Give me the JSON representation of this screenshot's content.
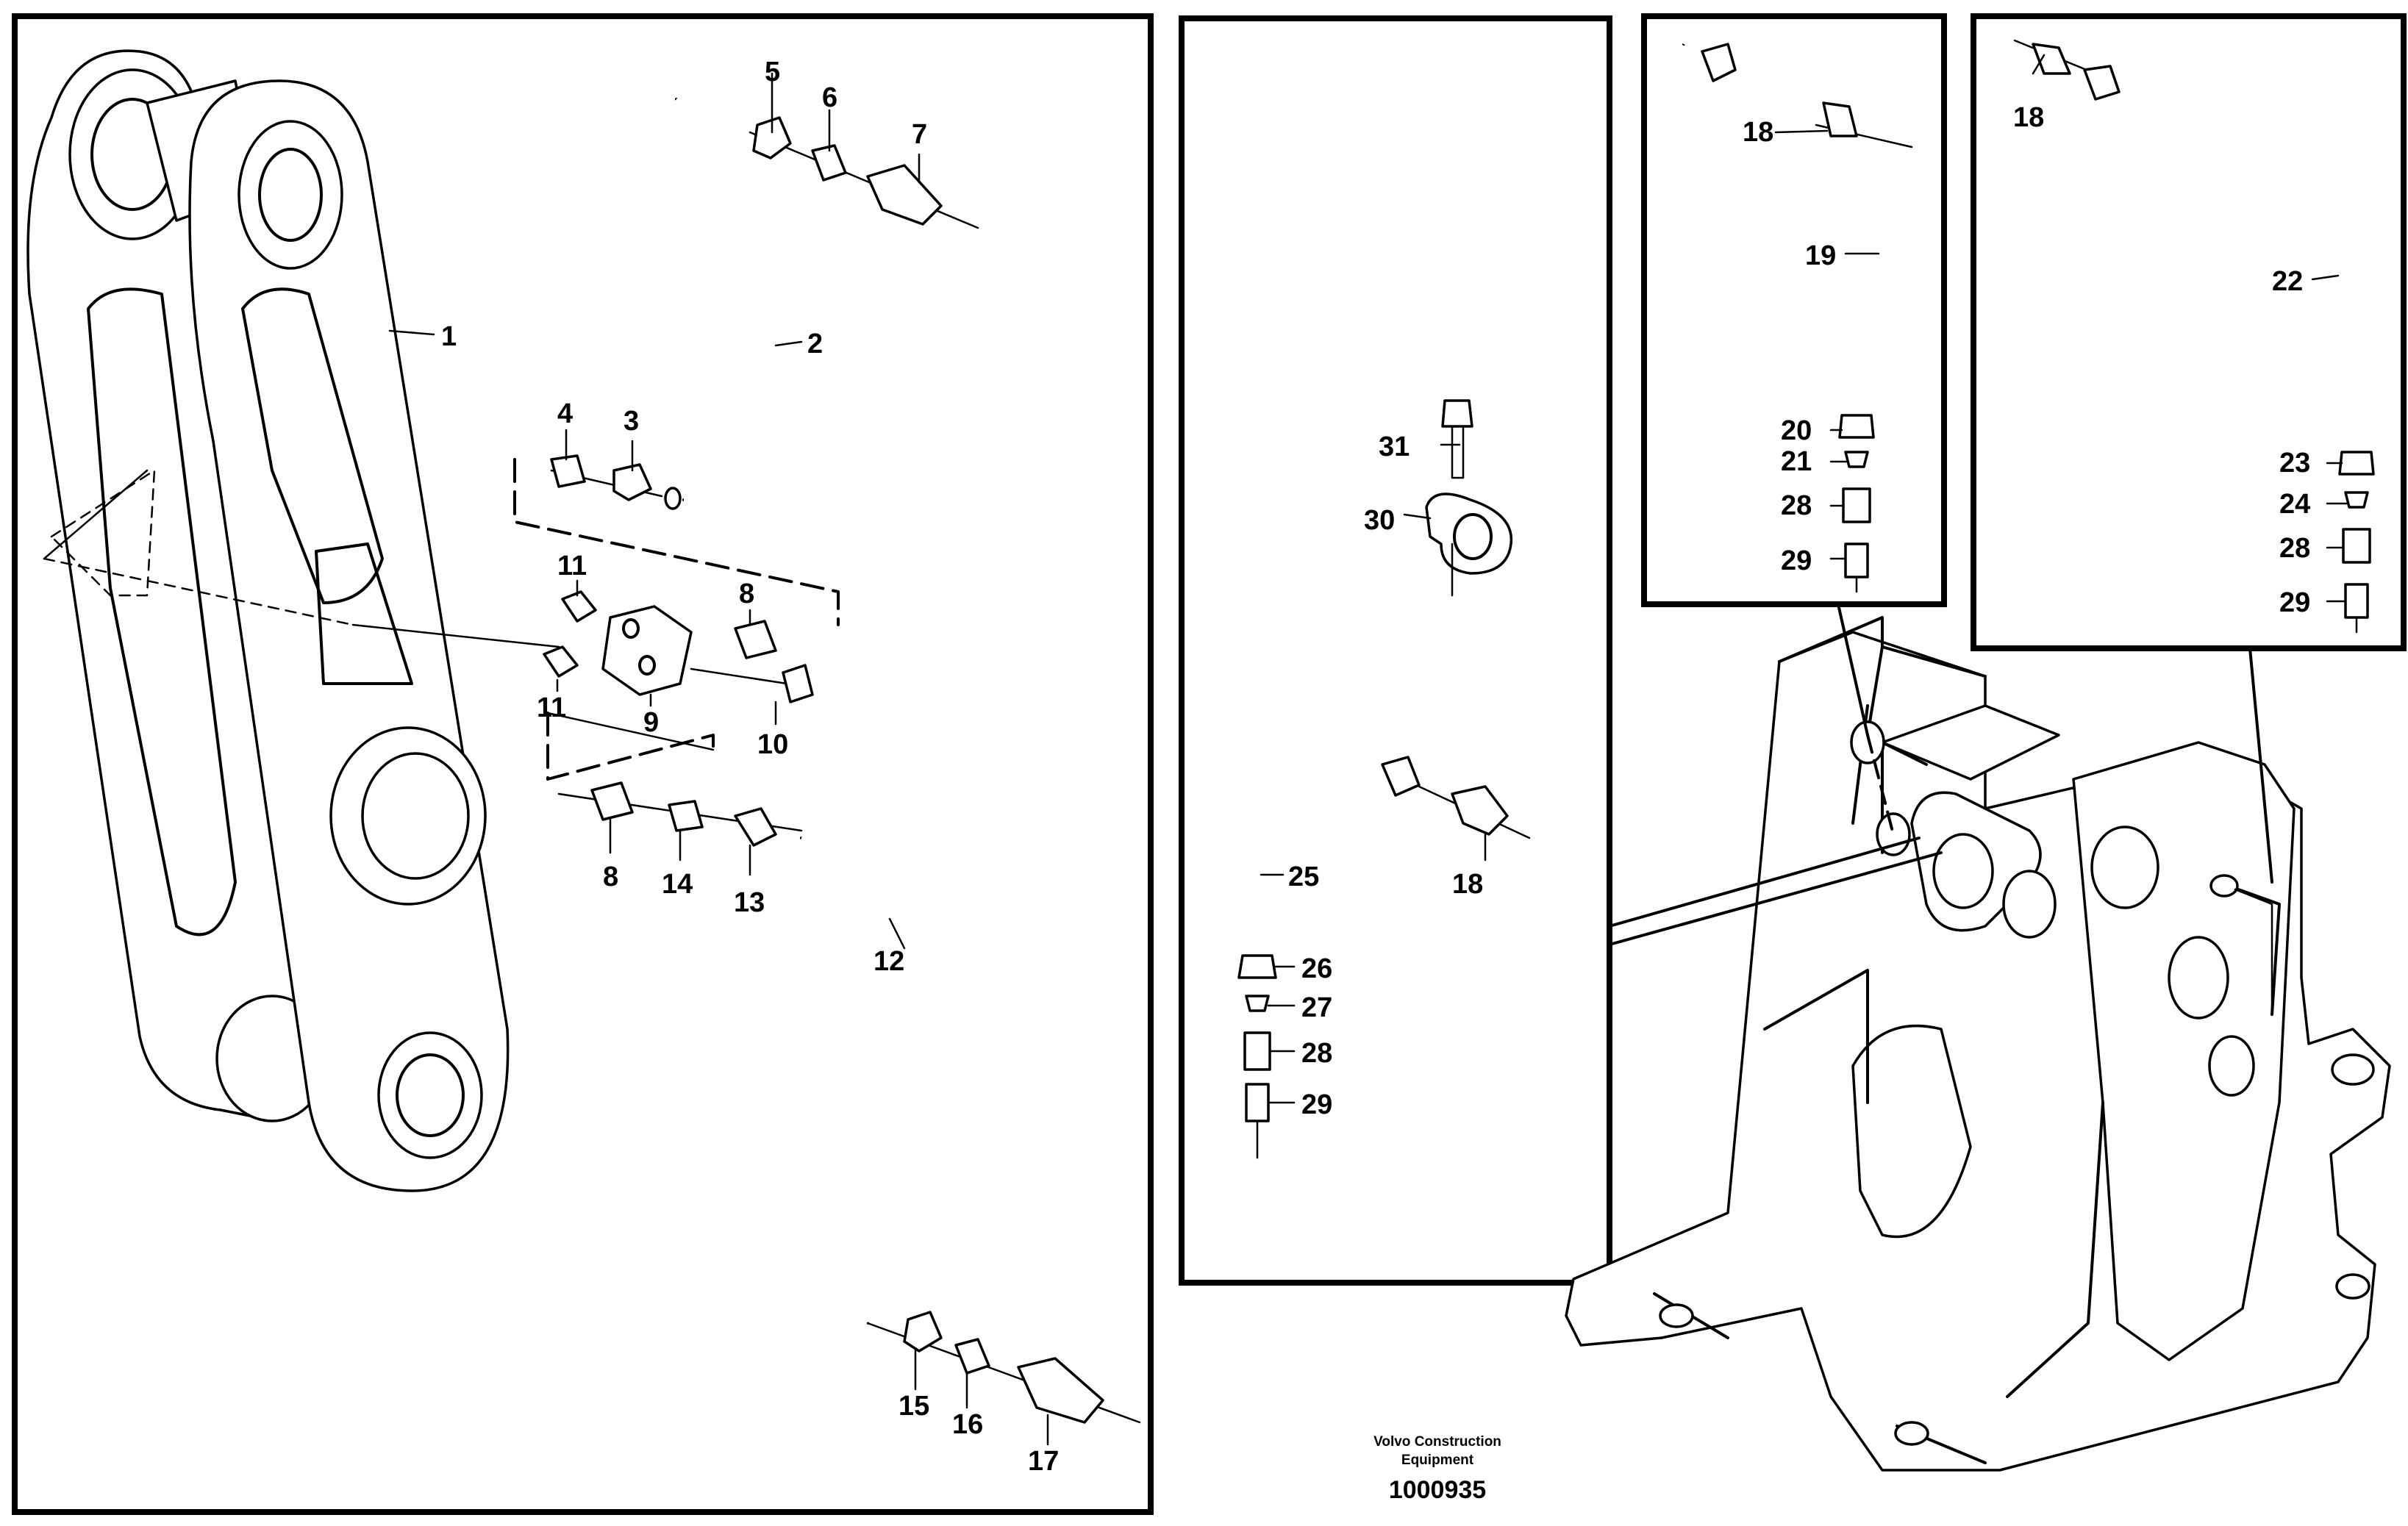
{
  "caption": {
    "company_line1": "Volvo Construction",
    "company_line2": "Equipment",
    "drawing_number": "1000935"
  },
  "labels": {
    "l1": "1",
    "l2": "2",
    "l3": "3",
    "l4": "4",
    "l5": "5",
    "l6": "6",
    "l7": "7",
    "l8a": "8",
    "l8b": "8",
    "l9": "9",
    "l10": "10",
    "l11a": "11",
    "l11b": "11",
    "l12": "12",
    "l13": "13",
    "l14": "14",
    "l15": "15",
    "l16": "16",
    "l17": "17",
    "l18a": "18",
    "l18b": "18",
    "l18c": "18",
    "l19": "19",
    "l20": "20",
    "l21": "21",
    "l22": "22",
    "l23": "23",
    "l24": "24",
    "l25": "25",
    "l26": "26",
    "l27": "27",
    "l28a": "28",
    "l28b": "28",
    "l28c": "28",
    "l29a": "29",
    "l29b": "29",
    "l29c": "29",
    "l30": "30",
    "l31": "31"
  }
}
